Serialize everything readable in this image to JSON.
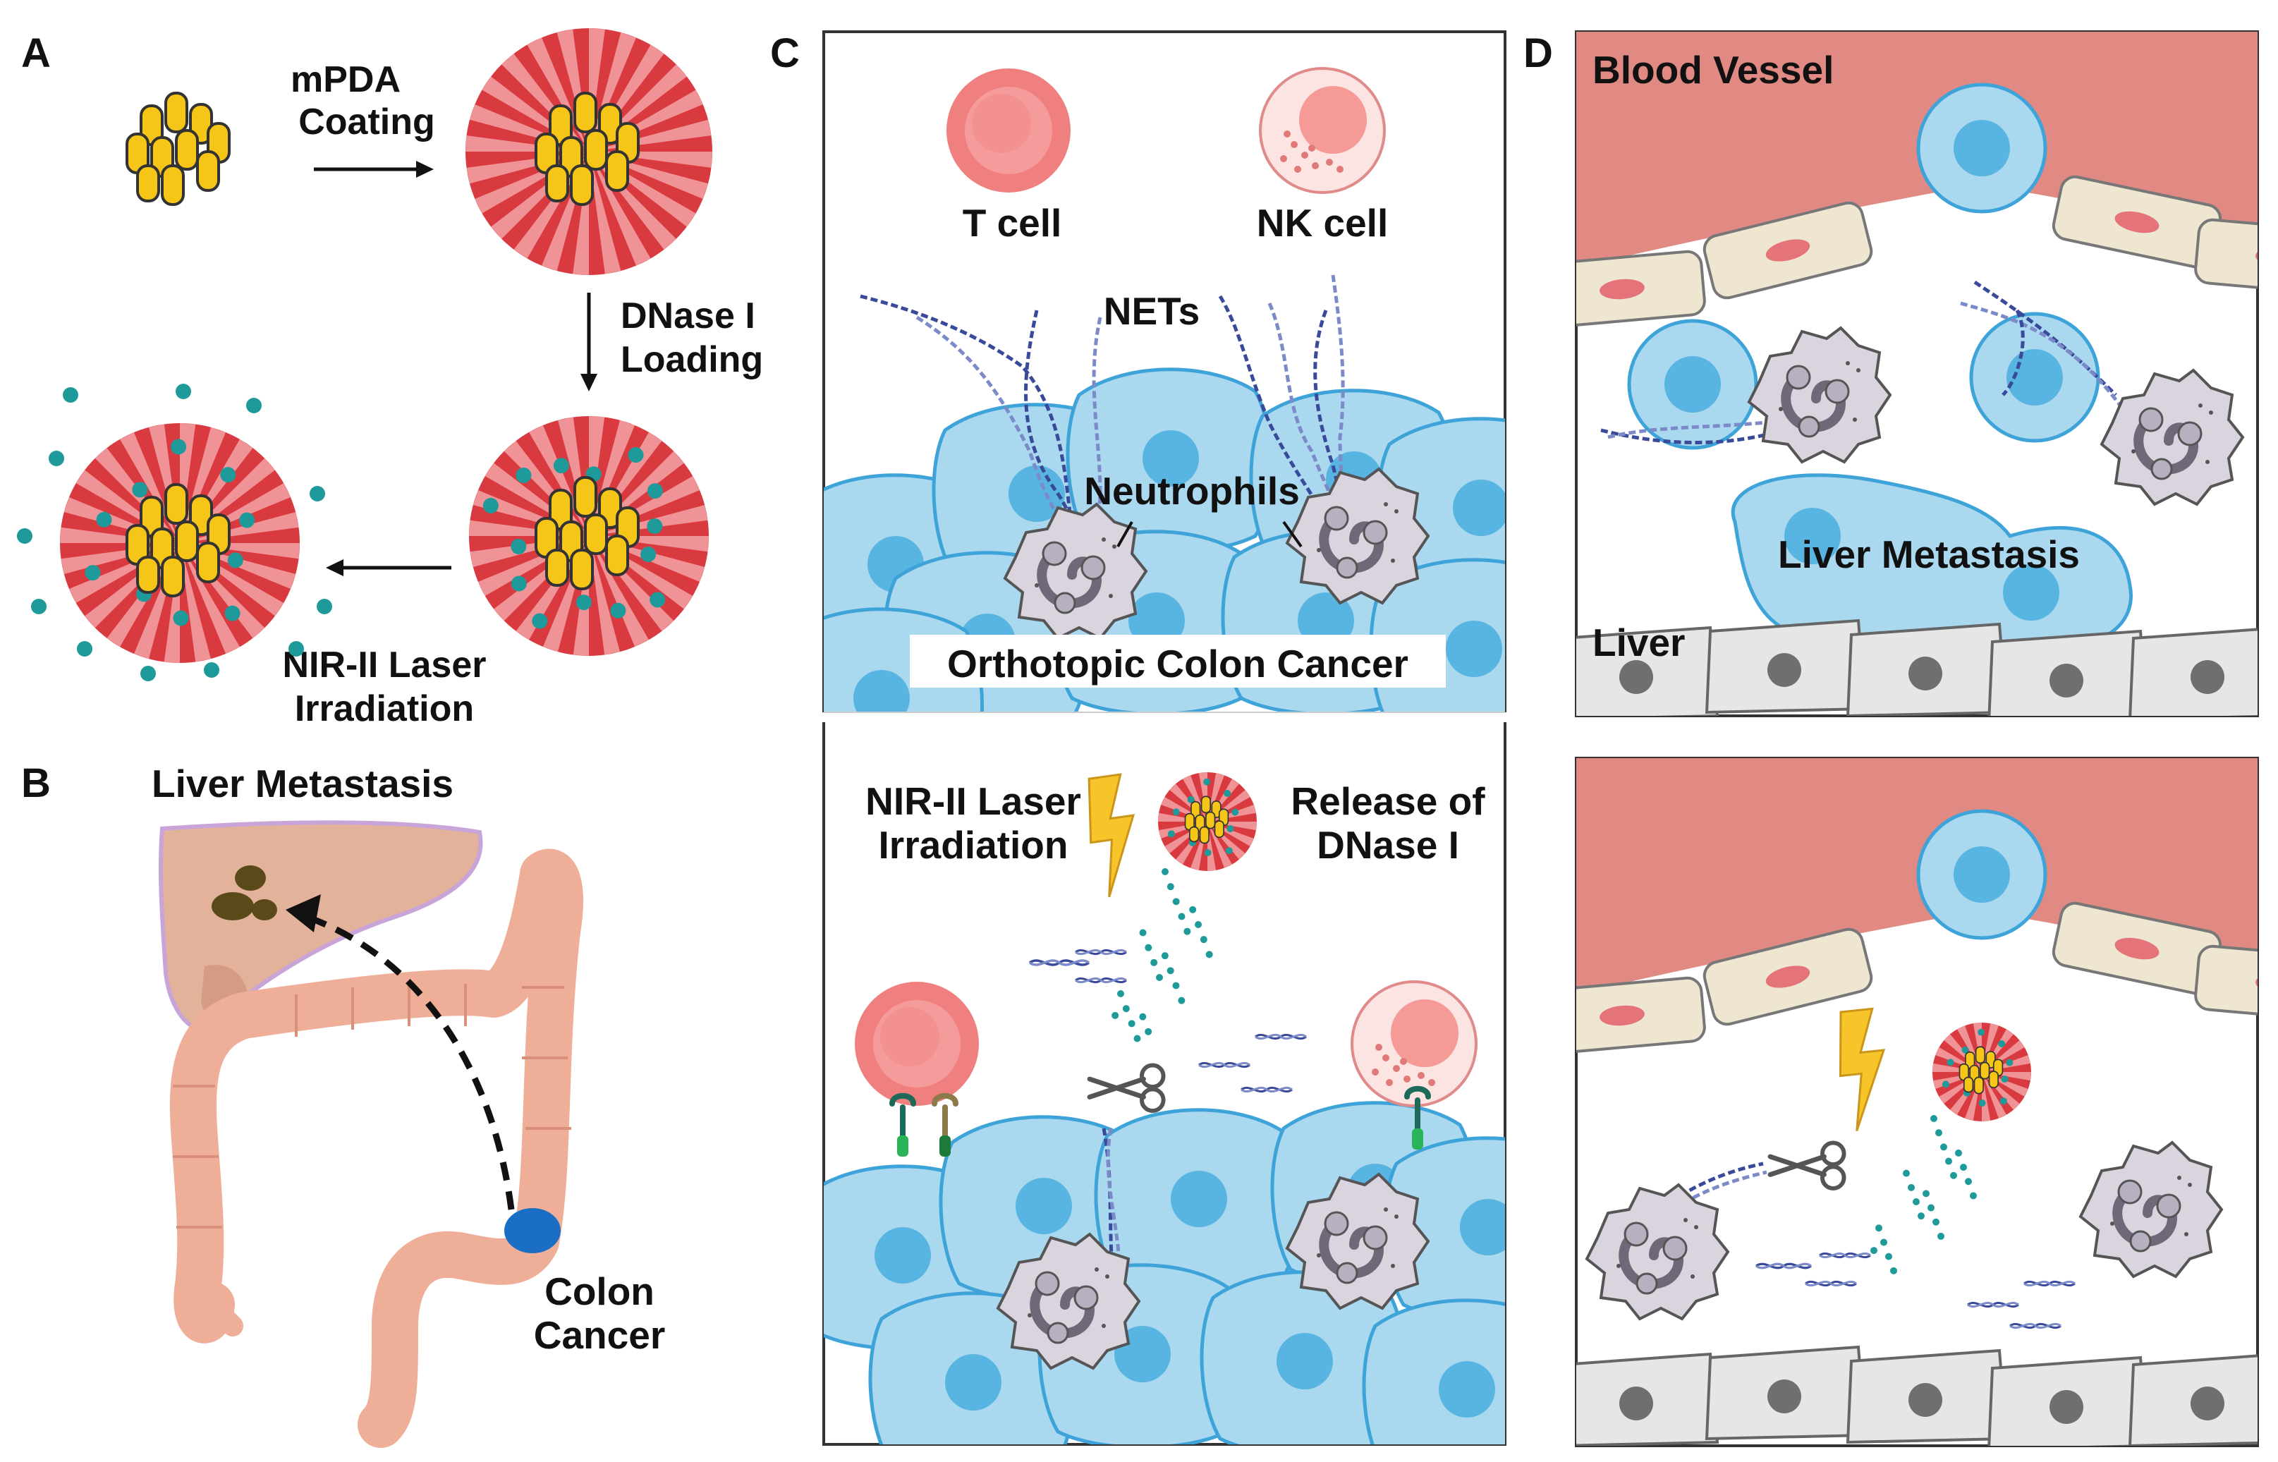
{
  "colors": {
    "core": "#f5c518",
    "mpda": "#d93a3f",
    "mpda_light": "#f3a3a6",
    "dnase": "#1f9a9a",
    "tumor": "#a9d8ef",
    "tumor_nucleus": "#58b4e0",
    "vessel": "#e08a83",
    "endothelium": "#efe6d1",
    "liver_cell": "#e6e6e6",
    "liver_organ": "#e2b39a",
    "colon": "#efae98",
    "colon_cancer": "#1a6fc4",
    "t_cell": "#f08080",
    "nk_cell": "#fbd8d5",
    "neutrophil": "#d9d4de",
    "net_strand": "#3a4a9a"
  },
  "panel_a": {
    "label": "A",
    "step1": [
      "mPDA",
      "Coating"
    ],
    "step2": [
      "DNase I",
      "Loading"
    ],
    "step3": [
      "NIR-II Laser",
      "Irradiation"
    ]
  },
  "panel_b": {
    "label": "B",
    "liver": "Liver Metastasis",
    "cancer": [
      "Colon",
      "Cancer"
    ]
  },
  "panel_c": {
    "label": "C",
    "t_cell": "T cell",
    "nk_cell": "NK cell",
    "nets": "NETs",
    "neutrophils": "Neutrophils",
    "site": "Orthotopic Colon Cancer",
    "laser": [
      "NIR-II Laser",
      "Irradiation"
    ],
    "release": [
      "Release of",
      "DNase I"
    ]
  },
  "panel_d": {
    "label": "D",
    "vessel": "Blood Vessel",
    "metastasis": "Liver Metastasis",
    "liver": "Liver"
  }
}
